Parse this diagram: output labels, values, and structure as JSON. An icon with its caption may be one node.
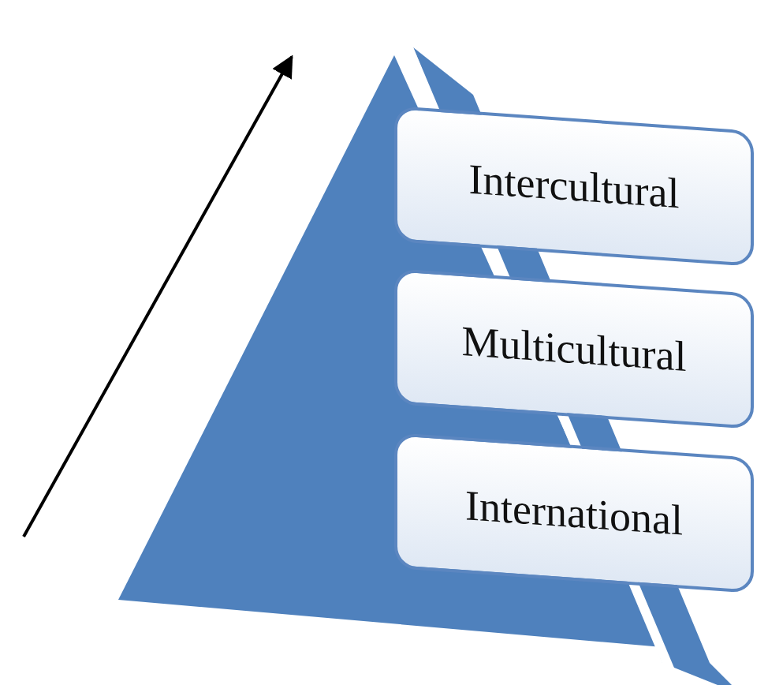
{
  "diagram": {
    "nodes": [
      {
        "text": [
          "Intercultural"
        ]
      },
      {
        "text": [
          "Multicultural"
        ]
      },
      {
        "text": [
          "International"
        ]
      }
    ]
  }
}
